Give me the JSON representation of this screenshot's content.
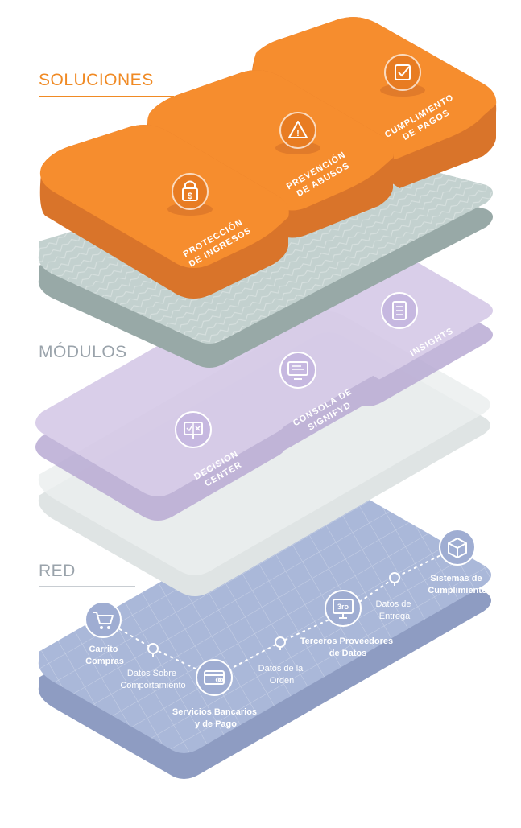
{
  "colors": {
    "orange": "#f68d2e",
    "orange_dark": "#d9742a",
    "orange_title": "#f08a24",
    "gray_title": "#9aa3ab",
    "teal_plate": "#c3d1cf",
    "teal_plate_side": "#98a9a7",
    "lavender": "#d3c6e6",
    "lavender_side": "#b9abd4",
    "light_gray_plate": "#ebeeee",
    "blue_plate": "#aab8d9",
    "blue_plate_side": "#8e9cc2",
    "icon_ring": "#ffffff"
  },
  "layers": {
    "soluciones": {
      "title": "SOLUCIONES",
      "cards": [
        {
          "label_line1": "PROTECCIÓN",
          "label_line2": "DE INGRESOS",
          "icon": "padlock-dollar-icon"
        },
        {
          "label_line1": "PREVENCIÓN",
          "label_line2": "DE ABUSOS",
          "icon": "warning-triangle-icon"
        },
        {
          "label_line1": "CUMPLIMIENTO",
          "label_line2": "DE PAGOS",
          "icon": "checkbox-check-icon"
        }
      ]
    },
    "modulos": {
      "title": "MÓDULOS",
      "cards": [
        {
          "label_line1": "DECISION",
          "label_line2": "CENTER",
          "icon": "decision-board-icon"
        },
        {
          "label_line1": "CONSOLA DE",
          "label_line2": "SIGNIFYD",
          "icon": "monitor-console-icon"
        },
        {
          "label_line1": "INSIGHTS",
          "label_line2": "",
          "icon": "report-document-icon"
        }
      ]
    },
    "red": {
      "title": "RED",
      "nodes": [
        {
          "line1": "Carrito",
          "line2": "Compras",
          "icon": "shopping-cart-icon"
        },
        {
          "line1": "Servicios Bancarios",
          "line2": "y de Pago",
          "icon": "credit-card-icon"
        },
        {
          "line1": "Terceros Proveedores",
          "line2": "de Datos",
          "icon": "third-party-monitor-icon",
          "badge": "3ro"
        },
        {
          "line1": "Sistemas de",
          "line2": "Cumplimiento",
          "icon": "shipping-box-icon"
        }
      ],
      "pins": [
        {
          "line1": "Datos Sobre",
          "line2": "Comportamiento"
        },
        {
          "line1": "Datos de la",
          "line2": "Orden"
        },
        {
          "line1": "Datos de",
          "line2": "Entrega"
        }
      ]
    }
  }
}
